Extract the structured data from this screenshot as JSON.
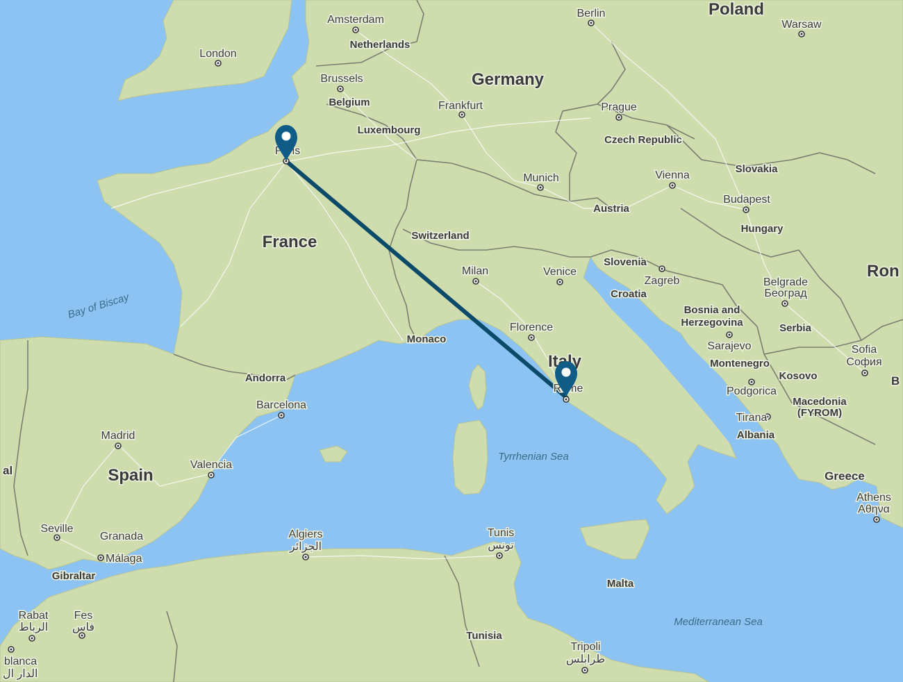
{
  "map": {
    "route": {
      "from": "Paris",
      "to": "Rome",
      "color": "#0b4a68"
    },
    "pin_color": "#0f5d86",
    "colors": {
      "water": "#8cc3f2",
      "land": "#cfdcae",
      "border": "#7a7f70",
      "road": "#ffffff"
    },
    "countries": {
      "poland": "Poland",
      "netherlands": "Netherlands",
      "germany": "Germany",
      "belgium": "Belgium",
      "luxembourg": "Luxembourg",
      "czech": "Czech Republic",
      "slovakia": "Slovakia",
      "austria": "Austria",
      "hungary": "Hungary",
      "france": "France",
      "switzerland": "Switzerland",
      "slovenia": "Slovenia",
      "croatia": "Croatia",
      "romania": "Ron",
      "bosnia1": "Bosnia and",
      "bosnia2": "Herzegovina",
      "serbia": "Serbia",
      "montenegro": "Montenegro",
      "kosovo": "Kosovo",
      "macedonia1": "Macedonia",
      "macedonia2": "(FYROM)",
      "albania": "Albania",
      "greece": "Greece",
      "italy": "Italy",
      "monaco": "Monaco",
      "andorra": "Andorra",
      "spain": "Spain",
      "portugal": "al",
      "gibraltar": "Gibraltar",
      "malta": "Malta",
      "tunisia": "Tunisia",
      "bulgaria": "B"
    },
    "cities": {
      "amsterdam": "Amsterdam",
      "berlin": "Berlin",
      "warsaw": "Warsaw",
      "london": "London",
      "brussels": "Brussels",
      "frankfurt": "Frankfurt",
      "prague": "Prague",
      "paris": "Paris",
      "munich": "Munich",
      "vienna": "Vienna",
      "budapest": "Budapest",
      "milan": "Milan",
      "venice": "Venice",
      "zagreb": "Zagreb",
      "belgrade": "Belgrade",
      "belgrade_local": "Београд",
      "florence": "Florence",
      "sarajevo": "Sarajevo",
      "sofia": "Sofia",
      "sofia_local": "София",
      "rome": "Rome",
      "podgorica": "Podgorica",
      "tirana": "Tirana",
      "barcelona": "Barcelona",
      "madrid": "Madrid",
      "valencia": "Valencia",
      "athens": "Athens",
      "athens_local": "Αθηνα",
      "seville": "Seville",
      "granada": "Granada",
      "malaga": "Málaga",
      "algiers": "Algiers",
      "algiers_local": "الجزائر",
      "tunis": "Tunis",
      "tunis_local": "تونس",
      "rabat": "Rabat",
      "rabat_local": "الرباط",
      "fes": "Fes",
      "fes_local": "فاس",
      "casablanca": "blanca",
      "casablanca_local": "الدار ال",
      "tripoli": "Tripoli",
      "tripoli_local": "طرابلس"
    },
    "seas": {
      "biscay": "Bay of Biscay",
      "tyrrhenian": "Tyrrhenian Sea",
      "mediterranean": "Mediterranean Sea"
    }
  }
}
